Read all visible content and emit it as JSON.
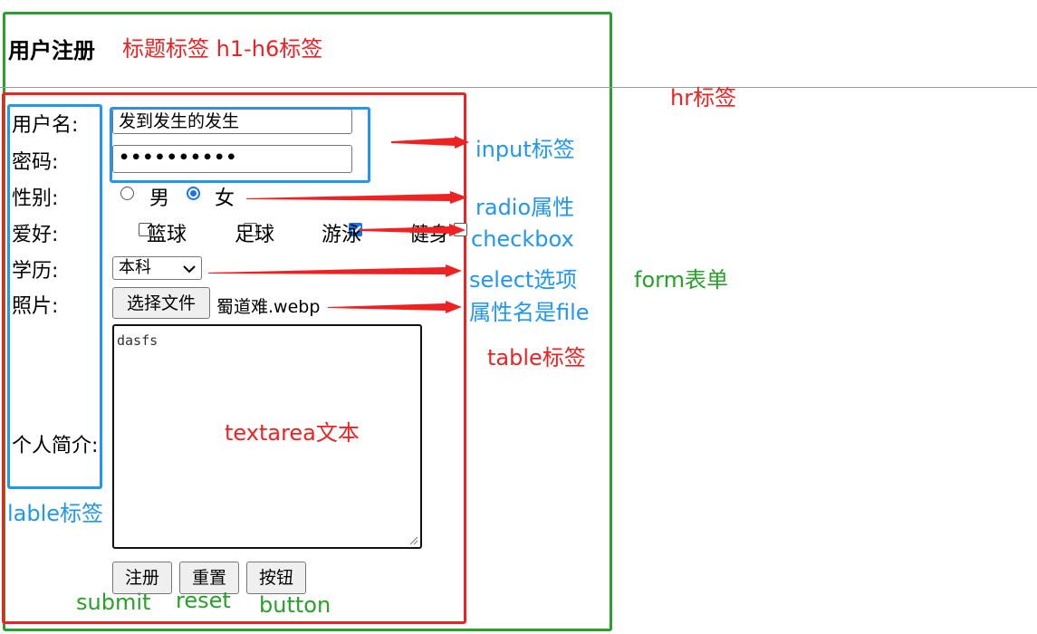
{
  "heading": {
    "title": "用户注册"
  },
  "annotations": {
    "heading_tag": "标题标签 h1-h6标签",
    "hr_tag": "hr标签",
    "input_tag": "input标签",
    "radio_attr": "radio属性",
    "checkbox": "checkbox",
    "select_option": "select选项",
    "file_attr": "属性名是file",
    "table_tag": "table标签",
    "form_tag": "form表单",
    "textarea": "textarea文本",
    "label_tag": "lable标签",
    "submit": "submit",
    "reset": "reset",
    "button": "button"
  },
  "form": {
    "labels": {
      "username": "用户名:",
      "password": "密码:",
      "gender": "性别:",
      "hobby": "爱好:",
      "education": "学历:",
      "photo": "照片:",
      "intro": "个人简介:"
    },
    "username_value": "发到发生的发生",
    "password_value": "••••••••••",
    "gender_options": [
      "男",
      "女"
    ],
    "gender_selected": "女",
    "hobbies": [
      {
        "label": "篮球",
        "checked": false
      },
      {
        "label": "足球",
        "checked": false
      },
      {
        "label": "游泳",
        "checked": true
      },
      {
        "label": "健身",
        "checked": false
      }
    ],
    "education_selected": "本科",
    "file_button": "选择文件",
    "file_name": "蜀道难.webp",
    "intro_value": "dasfs",
    "buttons": {
      "submit": "注册",
      "reset": "重置",
      "button": "按钮"
    }
  },
  "colors": {
    "green": "#27a127",
    "red": "#ee2222",
    "blue": "#2196f3"
  }
}
